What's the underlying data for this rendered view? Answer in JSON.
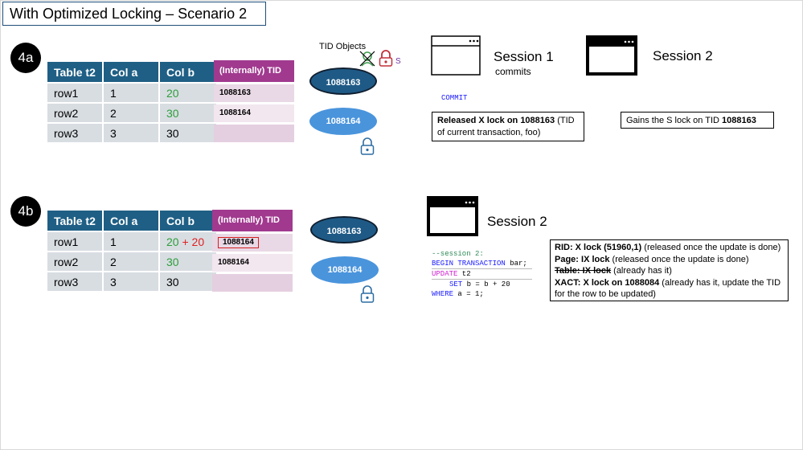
{
  "title": "With Optimized Locking – Scenario 2",
  "step_a": {
    "label": "4a",
    "table": {
      "headers": [
        "Table t2",
        "Col a",
        "Col b"
      ],
      "rows": [
        {
          "name": "row1",
          "a": "1",
          "b": "20"
        },
        {
          "name": "row2",
          "a": "2",
          "b": "30"
        },
        {
          "name": "row3",
          "a": "3",
          "b": "30"
        }
      ]
    },
    "tid_header": "(Internally) TID",
    "tids": [
      "1088163",
      "1088164",
      ""
    ],
    "tid_objects_label": "TID Objects",
    "lock_s_label": "S",
    "ellipses": [
      "1088163",
      "1088164"
    ],
    "session1": {
      "title": "Session 1",
      "sub": "commits",
      "code": "COMMIT"
    },
    "session2": {
      "title": "Session 2"
    },
    "note1": {
      "bold": "Released X lock on 1088163",
      "rest": " (TID of current transaction, foo)"
    },
    "note2": {
      "pre": "Gains the S lock on TID ",
      "bold": "1088163"
    }
  },
  "step_b": {
    "label": "4b",
    "table": {
      "headers": [
        "Table t2",
        "Col a",
        "Col b"
      ],
      "rows": [
        {
          "name": "row1",
          "a": "1",
          "b_old": "20",
          "b_plus": " + 20"
        },
        {
          "name": "row2",
          "a": "2",
          "b": "30"
        },
        {
          "name": "row3",
          "a": "3",
          "b": "30"
        }
      ]
    },
    "tid_header": "(Internally) TID",
    "tids": [
      "1088164",
      "1088164",
      ""
    ],
    "ellipses": [
      "1088163",
      "1088164"
    ],
    "session2": {
      "title": "Session 2"
    },
    "code": {
      "line1": "--session 2:",
      "line2_kw": "BEGIN TRANSACTION",
      "line2_rest": " bar;",
      "line3_kw": "UPDATE",
      "line3_rest": " t2",
      "line4_kw": "SET",
      "line4_rest": " b = b + 20",
      "line5_kw": "WHERE",
      "line5_rest": " a = 1;"
    },
    "locks": {
      "rid_bold": "RID: X lock (51960,1)",
      "rid_rest": " (released once the update is done)",
      "page_bold": "Page: IX lock",
      "page_rest": " (released once the update is done)",
      "table_strike": "Table: IX lock",
      "table_rest": " (already has it)",
      "xact_bold": "XACT: X lock on 1088084",
      "xact_rest": " (already has it, update the TID for the row to be updated)"
    }
  },
  "colors": {
    "header_blue": "#1f5f85",
    "tid_purple": "#a13a8f",
    "value_green": "#2e9e3c",
    "value_red": "#e02020",
    "ellipse_dark": "#1f5a86",
    "ellipse_light": "#4a94dc",
    "lock_red": "#c0303a",
    "lock_blue": "#2d6da3",
    "icon_green": "#3a9a4a"
  },
  "icons": [
    "window-icon",
    "lock-icon",
    "check-icon"
  ]
}
